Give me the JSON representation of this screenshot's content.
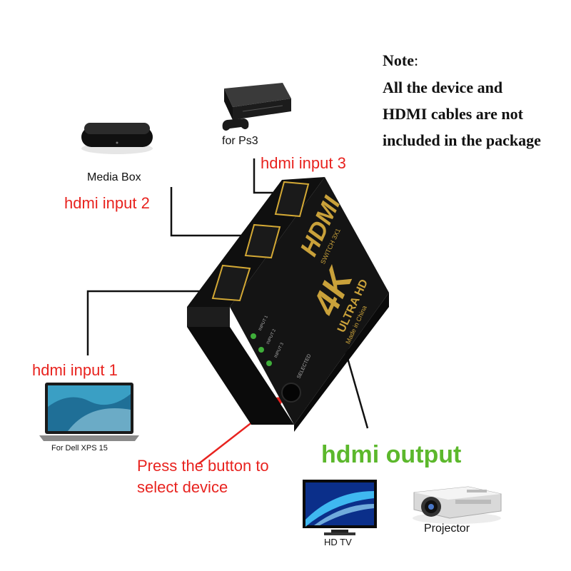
{
  "note": {
    "heading": "Note",
    "heading_punct": ":",
    "lines": [
      "All the device and",
      "HDMI cables are not",
      "included in the package"
    ]
  },
  "devices": {
    "ps3": {
      "caption": "for Ps3",
      "icon": "ps3-console-icon"
    },
    "media_box": {
      "caption": "Media Box",
      "icon": "media-box-icon"
    },
    "laptop": {
      "caption": "For Dell XPS 15",
      "icon": "laptop-icon"
    },
    "tv": {
      "caption": "HD  TV",
      "icon": "tv-icon"
    },
    "projector": {
      "caption": "Projector",
      "icon": "projector-icon"
    }
  },
  "labels": {
    "input1": "hdmi input 1",
    "input2": "hdmi input 2",
    "input3": "hdmi input 3",
    "output": "hdmi output",
    "press_line1": "Press the button to",
    "press_line2": "select device"
  },
  "switch_box": {
    "brand": "HDMI",
    "model": "SWITCH 3X1",
    "resolution": "4K",
    "subtitle": "ULTRA HD",
    "origin": "Made in China",
    "button_label": "SELECTED",
    "leds": [
      "INPUT 1",
      "INPUT 2",
      "INPUT 3"
    ]
  },
  "colors": {
    "label_red": "#e8231f",
    "output_green": "#5cb82c",
    "box_black": "#141414",
    "gold": "#c9a13a",
    "led_green": "#3fae3a"
  }
}
